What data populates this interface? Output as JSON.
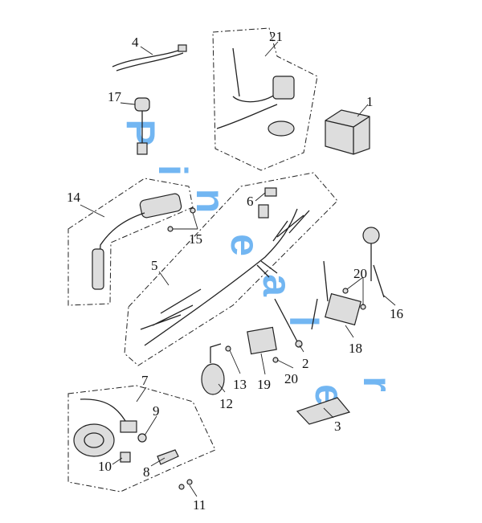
{
  "diagram": {
    "labels": [
      "1",
      "2",
      "3",
      "4",
      "5",
      "6",
      "7",
      "8",
      "9",
      "10",
      "11",
      "12",
      "13",
      "14",
      "15",
      "16",
      "17",
      "18",
      "19",
      "20",
      "20",
      "21"
    ],
    "watermark": "Pinealer"
  },
  "colors": {
    "watermark": "#5aaaf0",
    "line": "#222222"
  }
}
